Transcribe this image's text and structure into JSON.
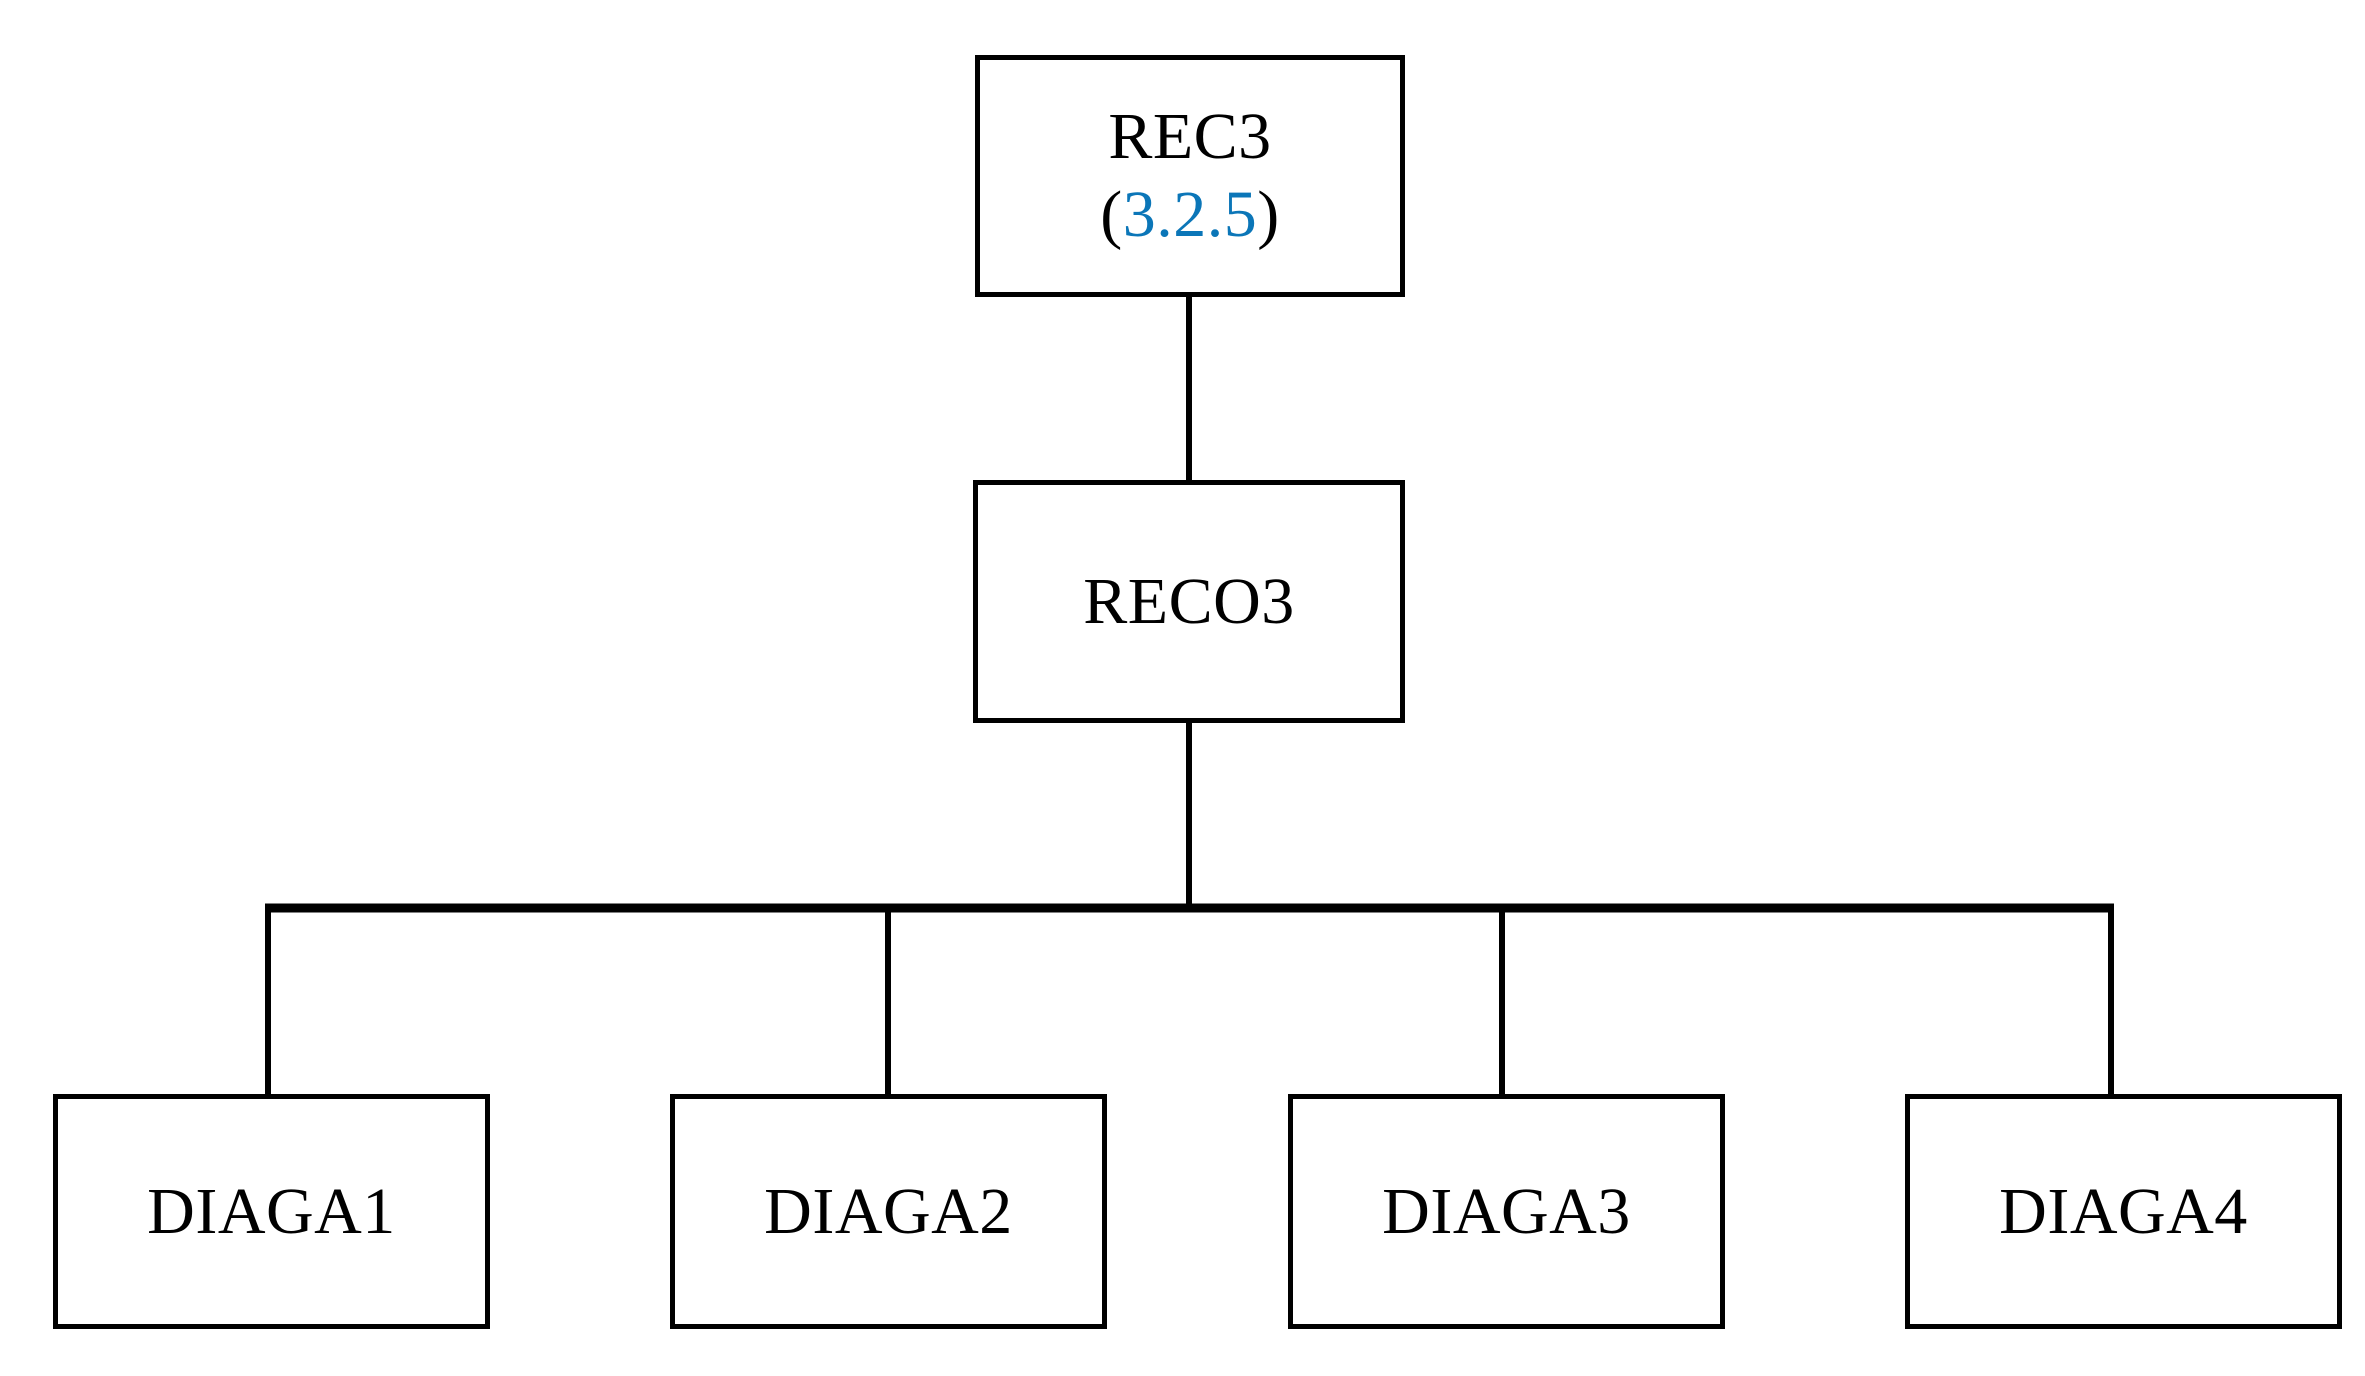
{
  "diagram": {
    "type": "hierarchy-tree",
    "background_color": "#ffffff",
    "line_color": "#000000",
    "text_color": "#000000",
    "accent_color": "#0b76b8",
    "nodes": [
      {
        "id": "rec3",
        "label": "REC3",
        "version_open": "(",
        "version_number": "3.2.5",
        "version_close": ")",
        "level": 0
      },
      {
        "id": "reco3",
        "label": "RECO3",
        "level": 1
      },
      {
        "id": "diaga1",
        "label": "DIAGA1",
        "level": 2
      },
      {
        "id": "diaga2",
        "label": "DIAGA2",
        "level": 2
      },
      {
        "id": "diaga3",
        "label": "DIAGA3",
        "level": 2
      },
      {
        "id": "diaga4",
        "label": "DIAGA4",
        "level": 2
      }
    ],
    "edges": [
      {
        "from": "rec3",
        "to": "reco3"
      },
      {
        "from": "reco3",
        "to": "diaga1"
      },
      {
        "from": "reco3",
        "to": "diaga2"
      },
      {
        "from": "reco3",
        "to": "diaga3"
      },
      {
        "from": "reco3",
        "to": "diaga4"
      }
    ]
  }
}
